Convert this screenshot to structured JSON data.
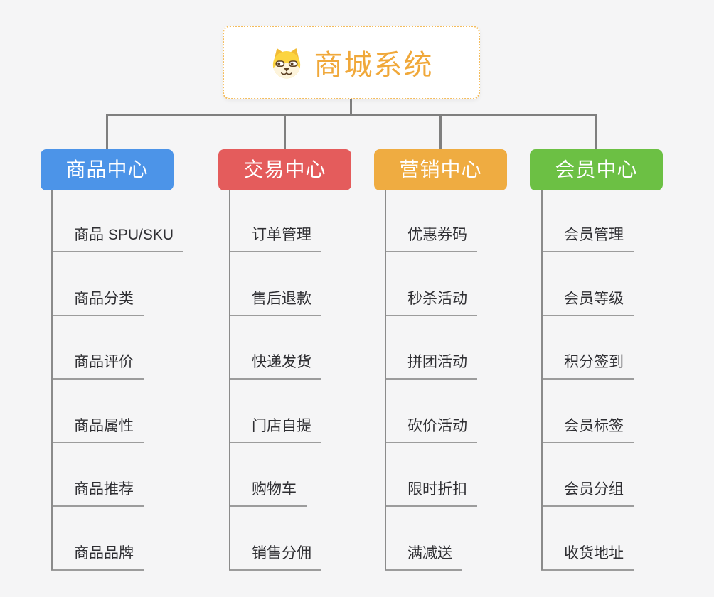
{
  "root": {
    "title": "商城系统",
    "icon": "shiba-dog-icon",
    "accent_color": "#F0A83A",
    "border_color": "#F4BC5C"
  },
  "branches": [
    {
      "label": "商品中心",
      "color": "#4C94E8",
      "items": [
        "商品 SPU/SKU",
        "商品分类",
        "商品评价",
        "商品属性",
        "商品推荐",
        "商品品牌"
      ]
    },
    {
      "label": "交易中心",
      "color": "#E45C5C",
      "items": [
        "订单管理",
        "售后退款",
        "快递发货",
        "门店自提",
        "购物车",
        "销售分佣"
      ]
    },
    {
      "label": "营销中心",
      "color": "#EFAC41",
      "items": [
        "优惠券码",
        "秒杀活动",
        "拼团活动",
        "砍价活动",
        "限时折扣",
        "满减送"
      ]
    },
    {
      "label": "会员中心",
      "color": "#6CC044",
      "items": [
        "会员管理",
        "会员等级",
        "积分签到",
        "会员标签",
        "会员分组",
        "收货地址"
      ]
    }
  ],
  "palette": {
    "background": "#F5F5F6",
    "connector": "#7F7F7F",
    "underline": "#9C9C9C",
    "leaf_text": "#2F2F33"
  }
}
